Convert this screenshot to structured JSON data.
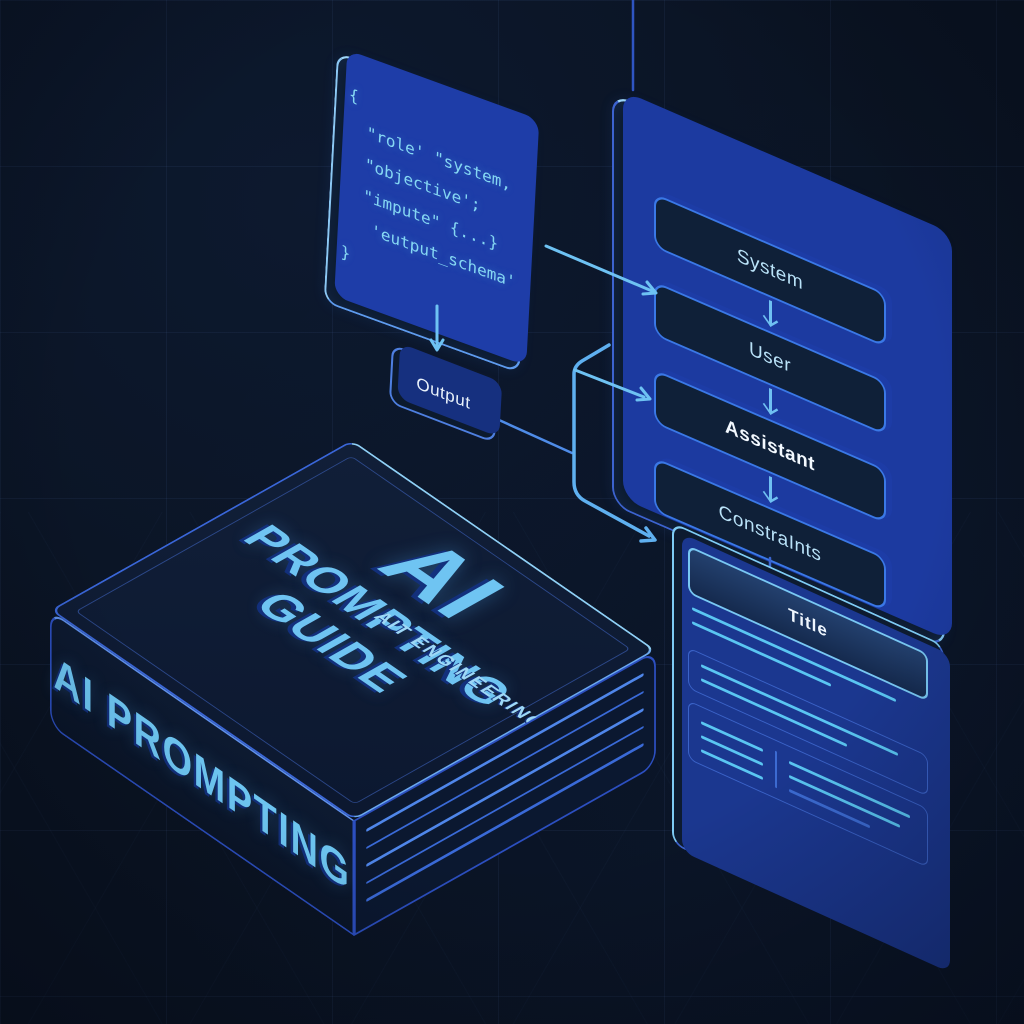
{
  "illustration": {
    "theme": "dark navy isometric AI prompting diagram",
    "colors": {
      "background": "#0a1322",
      "accent_cyan": "#6fc4f2",
      "accent_blue": "#2e5bd8",
      "edge_blue": "#1e3da8",
      "text_light": "#e9f2fb"
    }
  },
  "code_panel": {
    "lines": {
      "l0": "{",
      "l1": "  \"role' \"system,",
      "l2": "  \"objective';",
      "l3": "  \"impute\" {...}",
      "l4": "   'eutput_schema'",
      "l5": "}"
    }
  },
  "output_box": {
    "label": "Output"
  },
  "flow_panel": {
    "boxes": [
      {
        "label": "System"
      },
      {
        "label": "User"
      },
      {
        "label": "Assistant"
      },
      {
        "label": "ConstraInts"
      }
    ]
  },
  "document_card": {
    "title": "Title"
  },
  "book": {
    "cover_title_line1": "AI",
    "cover_title_line2": "PROMPTING",
    "cover_title_line3": "GUIDE",
    "cover_subtitle": "AIT ENGINEERING",
    "spine_title": "AI PROMPTING"
  }
}
